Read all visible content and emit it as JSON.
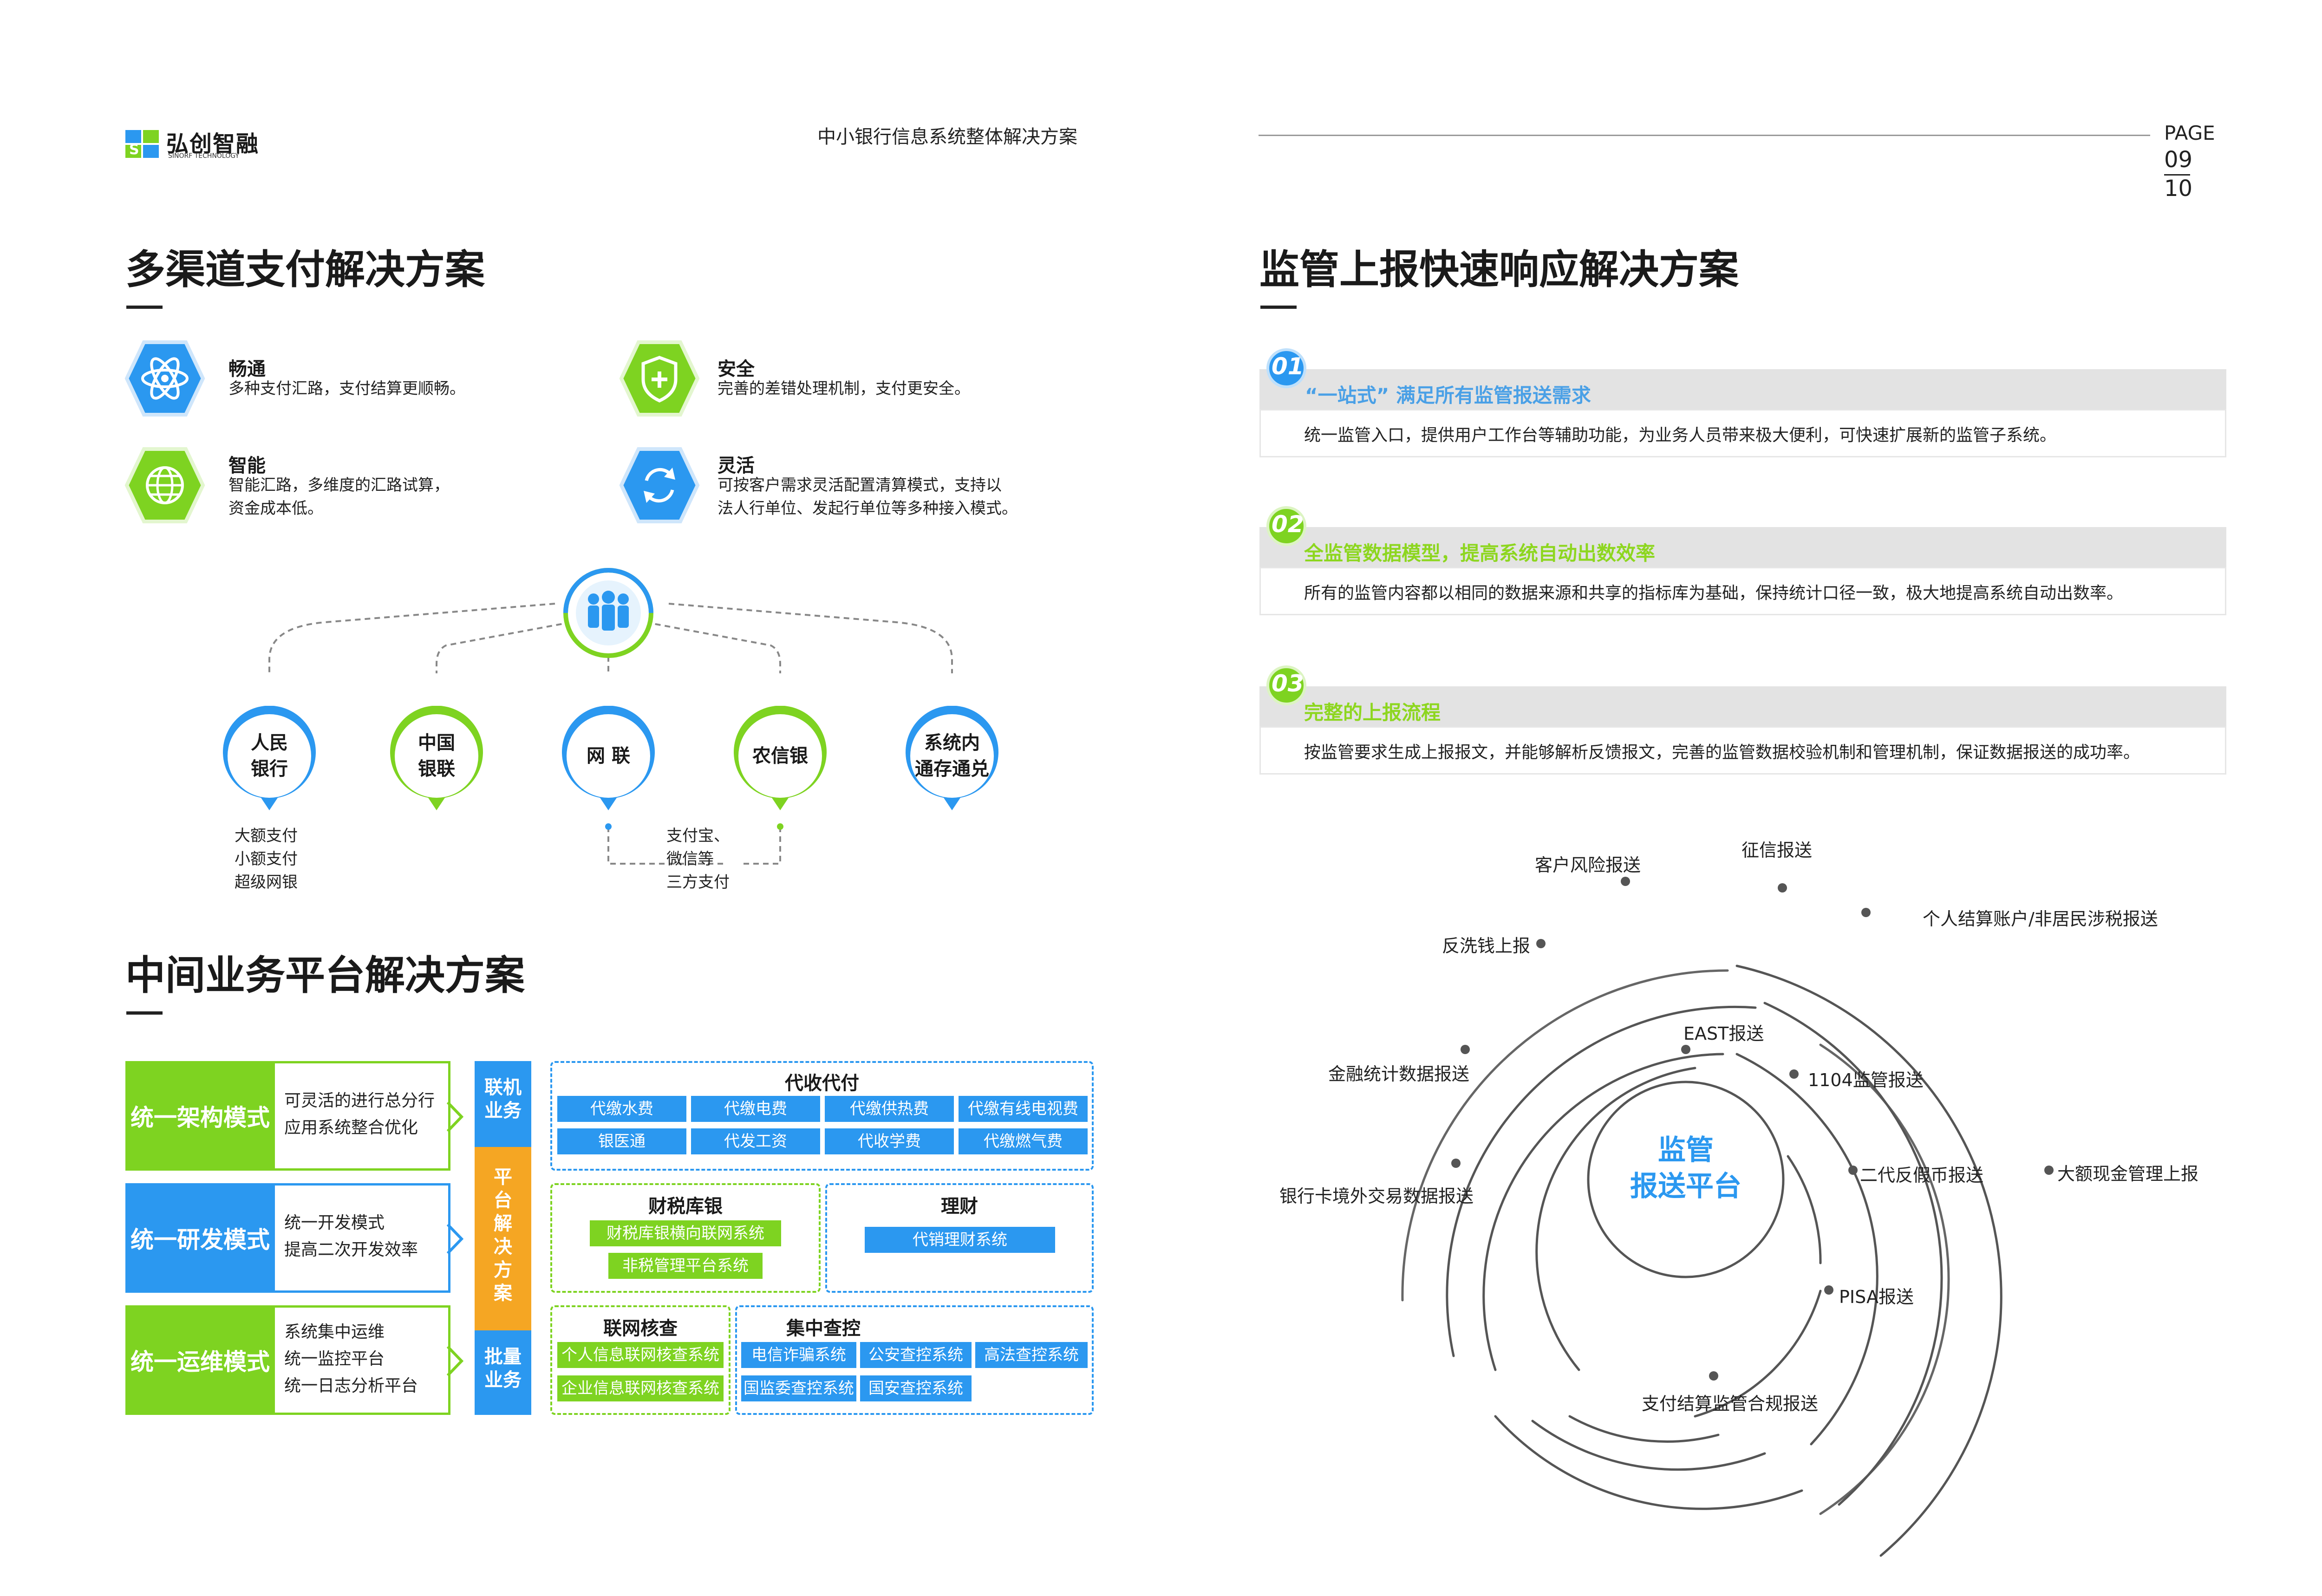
{
  "header": {
    "brand_name": "弘创智融",
    "brand_sub": "SINORF TECHNOLOGY",
    "doc_title": "中小银行信息系统整体解决方案",
    "page_label": "PAGE",
    "page_a": "09",
    "page_b": "10"
  },
  "left": {
    "payment": {
      "title": "多渠道支付解决方案",
      "features": [
        {
          "name": "畅通",
          "desc": "多种支付汇路，支付结算更顺畅。",
          "icon": "atom-icon"
        },
        {
          "name": "安全",
          "desc": "完善的差错处理机制，支付更安全。",
          "icon": "shield-icon"
        },
        {
          "name": "智能",
          "desc": "智能汇路，多维度的汇路试算，\n资金成本低。",
          "icon": "globe-icon"
        },
        {
          "name": "灵活",
          "desc": "可按客户需求灵活配置清算模式，支持以\n法人行单位、发起行单位等多种接入模式。",
          "icon": "cycle-icon"
        }
      ],
      "channels": [
        {
          "label": "人民\n银行",
          "color": "#2b98f0"
        },
        {
          "label": "中国\n银联",
          "color": "#7ed321"
        },
        {
          "label": "网 联",
          "color": "#2b98f0"
        },
        {
          "label": "农信银",
          "color": "#7ed321"
        },
        {
          "label": "系统内\n通存通兑",
          "color": "#2b98f0"
        }
      ],
      "note_left": "大额支付\n小额支付\n超级网银",
      "note_right": "支付宝、\n微信等\n三方支付"
    },
    "platform": {
      "title": "中间业务平台解决方案",
      "modes": [
        {
          "label": "统一架构模式",
          "desc": "可灵活的进行总分行\n应用系统整合优化",
          "color": "#7ed321"
        },
        {
          "label": "统一研发模式",
          "desc": "统一开发模式\n提高二次开发效率",
          "color": "#2b98f0"
        },
        {
          "label": "统一运维模式",
          "desc": "系统集中运维\n统一监控平台\n统一日志分析平台",
          "color": "#7ed321"
        }
      ],
      "vertical": [
        {
          "label": "联机\n业务",
          "color": "#2b98f0"
        },
        {
          "label": "平\n台\n解\n决\n方\n案",
          "color": "#f5a623"
        },
        {
          "label": "批量\n业务",
          "color": "#2b98f0"
        }
      ],
      "groups": {
        "daishou": {
          "title": "代收代付",
          "items": [
            "代缴水费",
            "代缴电费",
            "代缴供热费",
            "代缴有线电视费",
            "银医通",
            "代发工资",
            "代收学费",
            "代缴燃气费"
          ]
        },
        "caishui": {
          "title": "财税库银",
          "items": [
            "财税库银横向联网系统",
            "非税管理平台系统"
          ]
        },
        "licai": {
          "title": "理财",
          "items": [
            "代销理财系统"
          ]
        },
        "lianwang": {
          "title": "联网核查",
          "items": [
            "个人信息联网核查系统",
            "企业信息联网核查系统"
          ]
        },
        "jizhong": {
          "title": "集中查控",
          "items": [
            "电信诈骗系统",
            "公安查控系统",
            "高法查控系统",
            "国监委查控系统",
            "国安查控系统"
          ]
        }
      }
    }
  },
  "right": {
    "title": "监管上报快速响应解决方案",
    "items": [
      {
        "num": "01",
        "title": "“一站式” 满足所有监管报送需求",
        "desc": "统一监管入口，提供用户工作台等辅助功能，为业务人员带来极大便利，可快速扩展新的监管子系统。"
      },
      {
        "num": "02",
        "title": "全监管数据模型，提高系统自动出数效率",
        "desc": "所有的监管内容都以相同的数据来源和共享的指标库为基础，保持统计口径一致，极大地提高系统自动出数率。"
      },
      {
        "num": "03",
        "title": "完整的上报流程",
        "desc": "按监管要求生成上报报文，并能够解析反馈报文，完善的监管数据校验机制和管理机制，保证数据报送的成功率。"
      }
    ],
    "diagram": {
      "center": "监管\n报送平台",
      "labels": [
        "征信报送",
        "客户风险报送",
        "个人结算账户/非居民涉税报送",
        "反洗钱上报",
        "EAST报送",
        "1104监管报送",
        "金融统计数据报送",
        "二代反假币报送",
        "大额现金管理上报",
        "银行卡境外交易数据报送",
        "PISA报送",
        "支付结算监管合规报送"
      ]
    }
  }
}
